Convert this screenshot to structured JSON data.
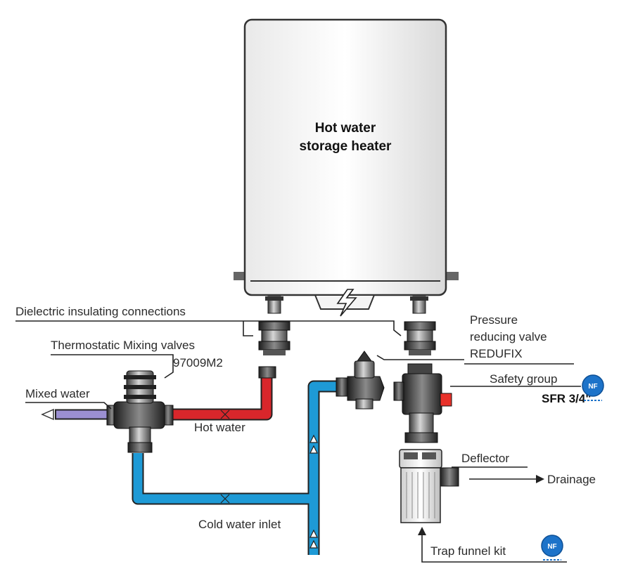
{
  "heater": {
    "title_line1": "Hot water",
    "title_line2": "storage heater"
  },
  "labels": {
    "dielectric": "Dielectric insulating connections",
    "thermostatic": "Thermostatic Mixing valves",
    "model": "97009M2",
    "mixed_water": "Mixed water",
    "hot_water": "Hot water",
    "cold_water": "Cold water inlet",
    "pressure_1": "Pressure",
    "pressure_2": "reducing valve",
    "pressure_3": "REDUFIX",
    "safety_group": "Safety group",
    "sfr": "SFR 3/4\"",
    "deflector": "Deflector",
    "drainage": "Drainage",
    "trap_funnel": "Trap funnel kit"
  },
  "badges": {
    "nf": "NF"
  },
  "colors": {
    "hot_pipe": "#d8262b",
    "cold_pipe": "#1e9ad6",
    "mixed_pipe": "#9b8fd1",
    "valve_red": "#e8312a"
  },
  "icons": {
    "heater_symbol": "lightning-bolt-icon",
    "certification": "nf-logo-icon"
  }
}
